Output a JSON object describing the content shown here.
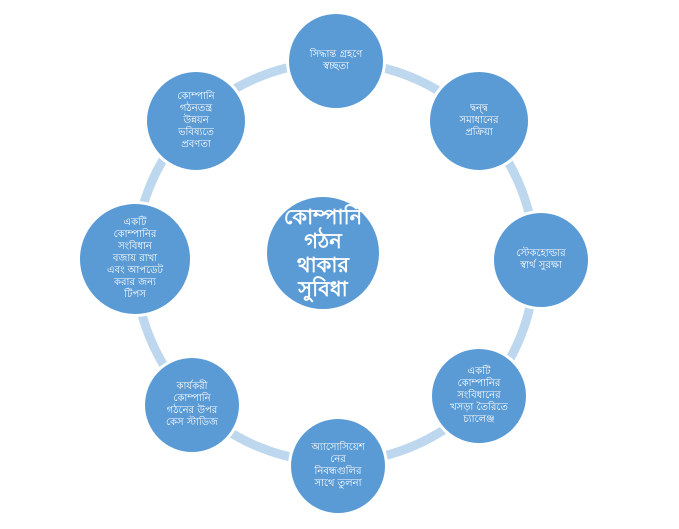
{
  "colors": {
    "node_fill": "#5b9bd5",
    "ring": "#bdd7ee",
    "background": "#ffffff",
    "text": "#ffffff"
  },
  "center": {
    "label": "কোম্পানি\nগঠন\nথাকার\nসুবিধা"
  },
  "nodes": [
    {
      "label": "সিদ্ধান্ত গ্রহণে\nস্বচ্ছতা"
    },
    {
      "label": "দ্বন্দ্ব\nসমাধানের\nপ্রক্রিয়া"
    },
    {
      "label": "স্টেকহোল্ডার\nস্বার্থ সুরক্ষা"
    },
    {
      "label": "একটি\nকোম্পানির\nসংবিধানের\nখসড়া তৈরিতে\nচ্যালেঞ্জ"
    },
    {
      "label": "অ্যাসোসিয়েশ\nনের\nনিবন্ধগুলির\nসাথে তুলনা"
    },
    {
      "label": "কার্যকরী\nকোম্পানি\nগঠনের উপর\nকেস স্টাডিজ"
    },
    {
      "label": "একটি\nকোম্পানির\nসংবিধান\nবজায় রাখা\nএবং আপডেট\nকরার জন্য\nটিপস"
    },
    {
      "label": "কোম্পানি\nগঠনতন্ত্র\nউন্নয়ন\nভবিষ্যতে\nপ্রবণতা"
    }
  ]
}
